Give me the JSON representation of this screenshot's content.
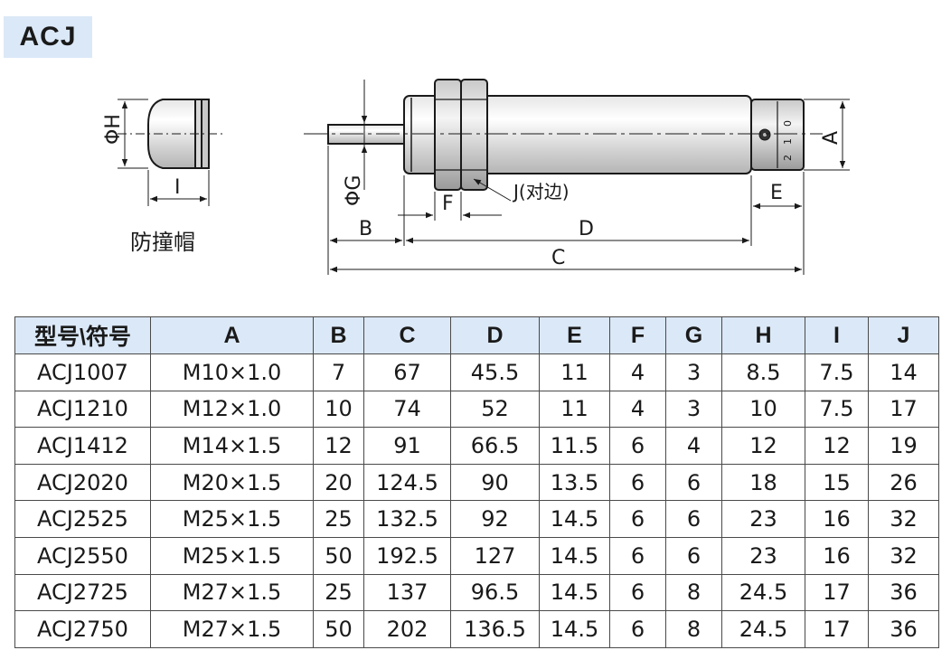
{
  "title": "ACJ",
  "cap_caption": "防撞帽",
  "dimension_labels": {
    "phi_h": "ΦH",
    "i": "I",
    "phi_g": "ΦG",
    "f": "F",
    "j": "J(对边)",
    "a": "A",
    "e": "E",
    "b": "B",
    "d": "D",
    "c": "C"
  },
  "body_marks": [
    "2",
    "1",
    "0"
  ],
  "table": {
    "headers": [
      "型号\\符号",
      "A",
      "B",
      "C",
      "D",
      "E",
      "F",
      "G",
      "H",
      "I",
      "J"
    ],
    "rows": [
      [
        "ACJ1007",
        "M10×1.0",
        "7",
        "67",
        "45.5",
        "11",
        "4",
        "3",
        "8.5",
        "7.5",
        "14"
      ],
      [
        "ACJ1210",
        "M12×1.0",
        "10",
        "74",
        "52",
        "11",
        "4",
        "3",
        "10",
        "7.5",
        "17"
      ],
      [
        "ACJ1412",
        "M14×1.5",
        "12",
        "91",
        "66.5",
        "11.5",
        "6",
        "4",
        "12",
        "12",
        "19"
      ],
      [
        "ACJ2020",
        "M20×1.5",
        "20",
        "124.5",
        "90",
        "13.5",
        "6",
        "6",
        "18",
        "15",
        "26"
      ],
      [
        "ACJ2525",
        "M25×1.5",
        "25",
        "132.5",
        "92",
        "14.5",
        "6",
        "6",
        "23",
        "16",
        "32"
      ],
      [
        "ACJ2550",
        "M25×1.5",
        "50",
        "192.5",
        "127",
        "14.5",
        "6",
        "6",
        "23",
        "16",
        "32"
      ],
      [
        "ACJ2725",
        "M27×1.5",
        "25",
        "137",
        "96.5",
        "14.5",
        "6",
        "8",
        "24.5",
        "17",
        "36"
      ],
      [
        "ACJ2750",
        "M27×1.5",
        "50",
        "202",
        "136.5",
        "14.5",
        "6",
        "8",
        "24.5",
        "17",
        "36"
      ]
    ]
  },
  "colors": {
    "header_fill": "#dbe8f7",
    "line": "#1a1a1a"
  }
}
